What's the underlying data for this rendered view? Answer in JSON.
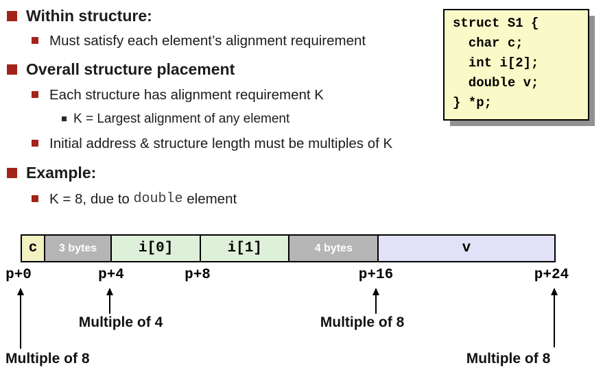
{
  "bullets": {
    "within_structure": "Within structure:",
    "must_satisfy": "Must satisfy each element’s alignment requirement",
    "overall_placement": "Overall structure placement",
    "each_structure": "Each structure has alignment requirement K",
    "k_largest": "K = Largest alignment of any element",
    "initial_address": "Initial address & structure length must be multiples of K",
    "example": "Example:",
    "k8_before": "K = 8, due to ",
    "k8_code": "double",
    "k8_after": " element"
  },
  "code_box": {
    "line1": "struct S1 {",
    "line2": "  char c;",
    "line3": "  int i[2];",
    "line4": "  double v;",
    "line5": "} *p;"
  },
  "memory_diagram": {
    "cells": [
      {
        "label": "c",
        "bytes": 1,
        "bg": "#f1f1c1"
      },
      {
        "label": "3 bytes",
        "bytes": 3,
        "bg": "#b5b5b5"
      },
      {
        "label": "i[0]",
        "bytes": 4,
        "bg": "#dff0da"
      },
      {
        "label": "i[1]",
        "bytes": 4,
        "bg": "#dff0da"
      },
      {
        "label": "4 bytes",
        "bytes": 4,
        "bg": "#b5b5b5"
      },
      {
        "label": "v",
        "bytes": 8,
        "bg": "#e1e1f7"
      }
    ],
    "offsets": {
      "o0": "p+0",
      "o4": "p+4",
      "o8": "p+8",
      "o16": "p+16",
      "o24": "p+24"
    },
    "annotations": {
      "left_bottom": "Multiple of 8",
      "at_p4": "Multiple of 4",
      "at_p16": "Multiple of 8",
      "right_bottom": "Multiple of 8"
    }
  },
  "colors": {
    "bullet_red": "#a3231b",
    "code_box_bg": "#fafac8",
    "cell_yellow": "#f1f1c1",
    "cell_gray": "#b5b5b5",
    "cell_green": "#dff0da",
    "cell_lavender": "#e1e1f7"
  }
}
